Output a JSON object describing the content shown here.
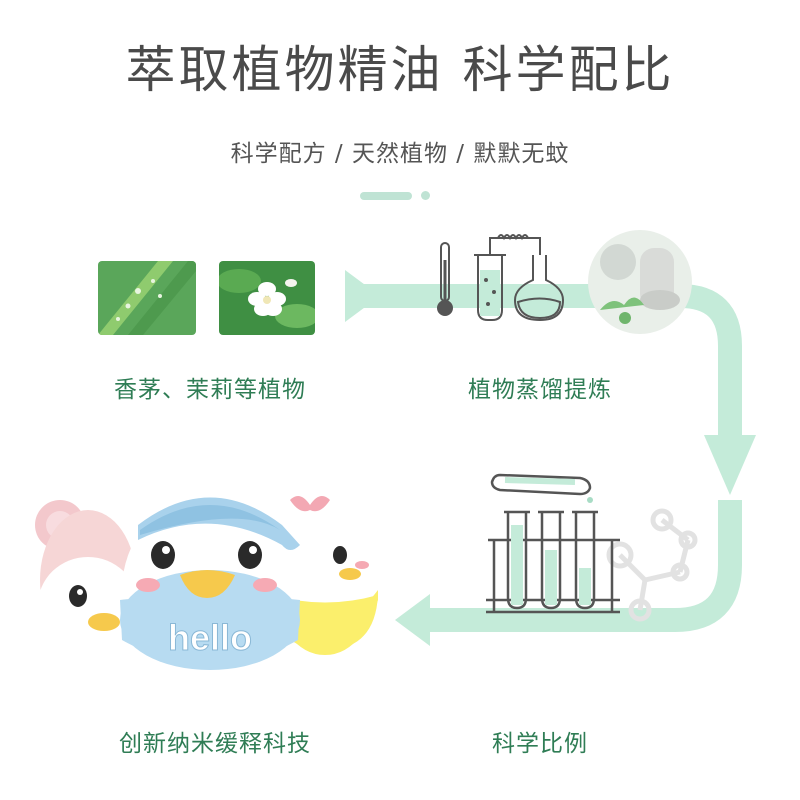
{
  "header": {
    "title": "萃取植物精油 科学配比",
    "subtitle": "科学配方 / 天然植物 /  默默无蚊"
  },
  "steps": [
    {
      "label": "香茅、茉莉等植物"
    },
    {
      "label": "植物蒸馏提炼"
    },
    {
      "label": "创新纳米缓释科技"
    },
    {
      "label": "科学比例"
    }
  ],
  "product": {
    "brand_text": "hello"
  },
  "colors": {
    "accent": "#bfe3d4",
    "label_green": "#2f7d55",
    "title_gray": "#4a4a4a",
    "line_gray": "#555555"
  }
}
